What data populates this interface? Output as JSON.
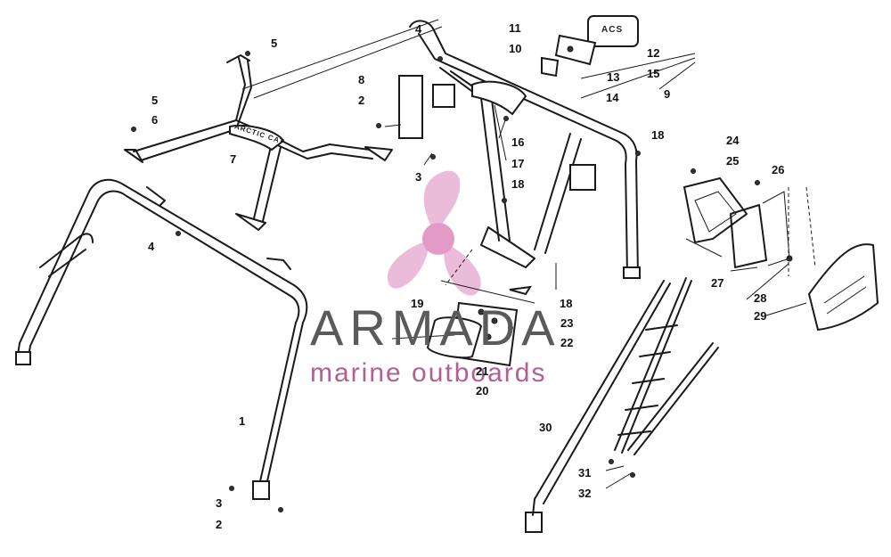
{
  "watermark": {
    "brand": "ARMADA",
    "tagline": "marine outboards",
    "logo_color": "#e2a6cc",
    "brand_color": "#5a5a5a",
    "tagline_color": "#b35f95"
  },
  "parts": {
    "plate_text": "ARCTIC CAT",
    "light_text": "ACS"
  },
  "callouts": [
    {
      "id": "c1",
      "label": "1"
    },
    {
      "id": "c2a",
      "label": "2"
    },
    {
      "id": "c2b",
      "label": "2"
    },
    {
      "id": "c3a",
      "label": "3"
    },
    {
      "id": "c3b",
      "label": "3"
    },
    {
      "id": "c4a",
      "label": "4"
    },
    {
      "id": "c4b",
      "label": "4"
    },
    {
      "id": "c5a",
      "label": "5"
    },
    {
      "id": "c5b",
      "label": "5"
    },
    {
      "id": "c6",
      "label": "6"
    },
    {
      "id": "c7",
      "label": "7"
    },
    {
      "id": "c8",
      "label": "8"
    },
    {
      "id": "c9",
      "label": "9"
    },
    {
      "id": "c10",
      "label": "10"
    },
    {
      "id": "c11",
      "label": "11"
    },
    {
      "id": "c12",
      "label": "12"
    },
    {
      "id": "c13",
      "label": "13"
    },
    {
      "id": "c14",
      "label": "14"
    },
    {
      "id": "c15",
      "label": "15"
    },
    {
      "id": "c16",
      "label": "16"
    },
    {
      "id": "c17",
      "label": "17"
    },
    {
      "id": "c18a",
      "label": "18"
    },
    {
      "id": "c18b",
      "label": "18"
    },
    {
      "id": "c18c",
      "label": "18"
    },
    {
      "id": "c19",
      "label": "19"
    },
    {
      "id": "c20",
      "label": "20"
    },
    {
      "id": "c21",
      "label": "21"
    },
    {
      "id": "c22",
      "label": "22"
    },
    {
      "id": "c23",
      "label": "23"
    },
    {
      "id": "c24",
      "label": "24"
    },
    {
      "id": "c25",
      "label": "25"
    },
    {
      "id": "c26",
      "label": "26"
    },
    {
      "id": "c27",
      "label": "27"
    },
    {
      "id": "c28",
      "label": "28"
    },
    {
      "id": "c29",
      "label": "29"
    },
    {
      "id": "c30",
      "label": "30"
    },
    {
      "id": "c31",
      "label": "31"
    },
    {
      "id": "c32",
      "label": "32"
    }
  ]
}
